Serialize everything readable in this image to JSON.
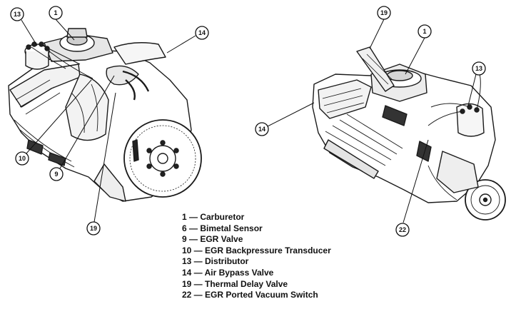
{
  "callouts": {
    "left_engine": [
      "13",
      "1",
      "14",
      "10",
      "9",
      "19"
    ],
    "right_engine": [
      "19",
      "1",
      "13",
      "14",
      "22"
    ]
  },
  "legend": [
    "1 — Carburetor",
    "6 — Bimetal Sensor",
    "9 — EGR Valve",
    "10 — EGR Backpressure Transducer",
    "13 — Distributor",
    "14 — Air Bypass Valve",
    "19 — Thermal Delay Valve",
    "22 — EGR Ported Vacuum Switch"
  ]
}
